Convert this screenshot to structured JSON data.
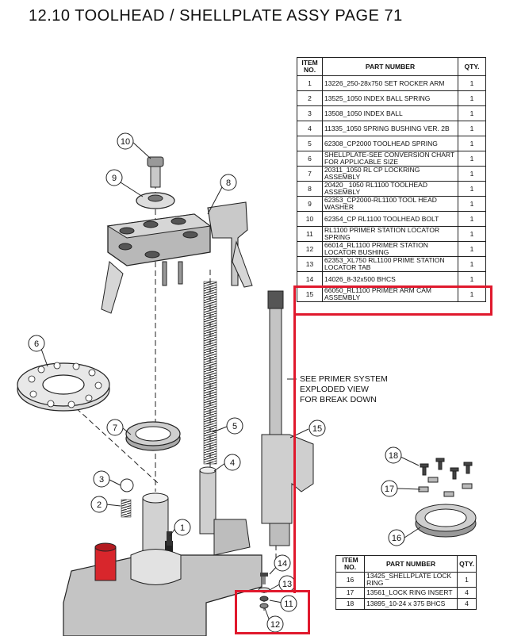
{
  "title": "12.10 TOOLHEAD / SHELLPLATE ASSY PAGE 71",
  "bom_main": {
    "headers": [
      "ITEM NO.",
      "PART NUMBER",
      "QTY."
    ],
    "rows": [
      {
        "item": "1",
        "part": "13226_250-28x750 SET ROCKER ARM",
        "qty": "1"
      },
      {
        "item": "2",
        "part": "13525_1050 INDEX BALL SPRING",
        "qty": "1"
      },
      {
        "item": "3",
        "part": "13508_1050 INDEX BALL",
        "qty": "1"
      },
      {
        "item": "4",
        "part": "11335_1050 SPRING BUSHING VER. 2B",
        "qty": "1"
      },
      {
        "item": "5",
        "part": "62308_CP2000 TOOLHEAD SPRING",
        "qty": "1"
      },
      {
        "item": "6",
        "part": "SHELLPLATE-SEE CONVERSION CHART FOR APPLICABLE SIZE",
        "qty": "1"
      },
      {
        "item": "7",
        "part": "20311_1050 RL CP LOCKRING ASSEMBLY",
        "qty": "1"
      },
      {
        "item": "8",
        "part": "20420_ 1050 RL1100 TOOLHEAD ASSEMBLY",
        "qty": "1"
      },
      {
        "item": "9",
        "part": "62353_CP2000-RL1100 TOOL HEAD WASHER",
        "qty": "1"
      },
      {
        "item": "10",
        "part": "62354_CP RL1100 TOOLHEAD BOLT",
        "qty": "1"
      },
      {
        "item": "11",
        "part": "RL1100 PRIMER STATION LOCATOR SPRING",
        "qty": "1"
      },
      {
        "item": "12",
        "part": "66014_RL1100 PRIMER STATION LOCATOR BUSHING",
        "qty": "1"
      },
      {
        "item": "13",
        "part": "62353_XL750 RL1100 PRIME STATION LOCATOR TAB",
        "qty": "1"
      },
      {
        "item": "14",
        "part": "14026_8-32x500 BHCS",
        "qty": "1"
      },
      {
        "item": "15",
        "part": "66050_RL1100 PRIMER ARM CAM ASSEMBLY",
        "qty": "1"
      }
    ]
  },
  "bom_small": {
    "headers": [
      "ITEM NO.",
      "PART NUMBER",
      "QTY."
    ],
    "rows": [
      {
        "item": "16",
        "part": "13425_SHELLPLATE LOCK RING",
        "qty": "1"
      },
      {
        "item": "17",
        "part": "13561_LOCK RING INSERT",
        "qty": "4"
      },
      {
        "item": "18",
        "part": "13895_10-24 x 375 BHCS",
        "qty": "4"
      }
    ]
  },
  "note": [
    "SEE PRIMER SYSTEM",
    "EXPLODED VIEW",
    "FOR BREAK DOWN"
  ],
  "balloons": [
    "1",
    "2",
    "3",
    "4",
    "5",
    "6",
    "7",
    "8",
    "9",
    "10",
    "11",
    "12",
    "13",
    "14",
    "15",
    "16",
    "17",
    "18"
  ],
  "colors": {
    "highlight": "#e0192d",
    "part_fill": "#c9c9c9",
    "part_dark": "#555555",
    "red_part": "#d8262c"
  }
}
